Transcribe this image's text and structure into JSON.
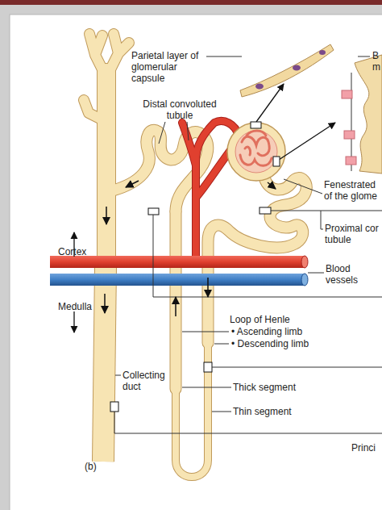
{
  "diagram": {
    "labels": [
      "Parietal layer of glomerular capsule",
      "B m",
      "Distal convoluted tubule",
      "Fenestrated of the glome",
      "Proximal cor tubule",
      "Cortex",
      "Blood vessels",
      "Medulla",
      "Loop of Henle",
      "• Ascending limb",
      "• Descending limb",
      "Collecting duct",
      "Thick segment",
      "Thin segment",
      "Princi",
      "(b)"
    ]
  }
}
